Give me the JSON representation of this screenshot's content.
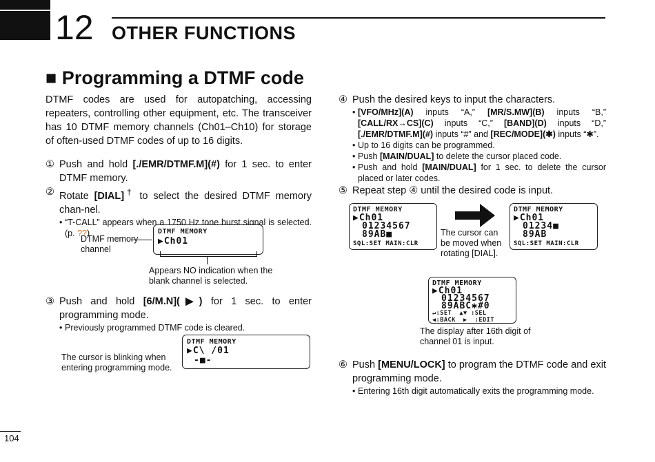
{
  "header": {
    "chapter_number": "12",
    "chapter_title": "OTHER FUNCTIONS"
  },
  "section": {
    "title": "■ Programming a DTMF code"
  },
  "intro": "DTMF codes are used for autopatching, accessing repeaters, controlling other equipment, etc. The transceiver has 10 DTMF memory channels (Ch01–Ch10) for storage of often-used DTMF codes of up to 16 digits.",
  "steps": {
    "s1": {
      "num": "①",
      "pre": "Push and hold ",
      "key": "[./EMR/DTMF.M](#)",
      "post": " for 1 sec. to enter DTMF memory."
    },
    "s2": {
      "num": "②",
      "pre": "Rotate ",
      "key": "[DIAL]",
      "sup": "†",
      "post": " to select the desired DTMF memory chan-nel."
    },
    "s2_bullet": {
      "dot": "•",
      "text": "“T-CALL” appears when a 1750 Hz tone burst signal is selected. (p. ",
      "ref": "??",
      "end": ")"
    },
    "s3": {
      "num": "③",
      "pre": "Push and hold ",
      "key": "[6/M.N](▶)",
      "post": " for 1 sec. to enter programming mode."
    },
    "s3_bullet": {
      "dot": "•",
      "text": "Previously programmed DTMF code is cleared."
    },
    "s4": {
      "num": "④",
      "text": "Push the desired keys to input the characters."
    },
    "s4_b1": {
      "dot": "•",
      "k1": "[VFO/MHz](A)",
      "t1": " inputs “A,” ",
      "k2": "[MR/S.MW](B)",
      "t2": " inputs “B,” ",
      "k3": "[CALL/RX→CS](C)",
      "t3": " inputs “C,” ",
      "k4": "[BAND](D)",
      "t4": " inputs “D,” ",
      "k5": "[./EMR/DTMF.M](#)",
      "t5": " inputs “#” and ",
      "k6": "[REC/MODE](✱)",
      "t6": " inputs “✱”."
    },
    "s4_b2": {
      "dot": "•",
      "text": "Up to 16 digits can be programmed."
    },
    "s4_b3": {
      "dot": "•",
      "pre": "Push ",
      "key": "[MAIN/DUAL]",
      "post": " to delete the cursor placed code."
    },
    "s4_b4": {
      "dot": "•",
      "pre": "Push and hold ",
      "key": "[MAIN/DUAL]",
      "post": " for 1 sec. to delete the cursor placed or later codes."
    },
    "s5": {
      "num": "⑤",
      "text": "Repeat step ④ until the desired code is input."
    },
    "s6": {
      "num": "⑥",
      "pre": "Push ",
      "key": "[MENU/LOCK]",
      "post": " to program the DTMF code and exit programming mode."
    },
    "s6_bullet": {
      "dot": "•",
      "text": "Entering 16th digit automatically exits the programming mode."
    }
  },
  "lcd1": {
    "line1": "DTMF MEMORY",
    "line2": "▶Ch01"
  },
  "lcd1_labels": {
    "channel": "DTMF memory channel",
    "note": "Appears NO indication when the blank channel is selected."
  },
  "lcd2": {
    "line1": "DTMF MEMORY",
    "line2": "▶C\\ /01",
    "line3": "-■-",
    "caption": "The cursor is blinking when entering programming mode."
  },
  "lcd3": {
    "line1": "DTMF MEMORY",
    "line2": "▶Ch01",
    "line3": "01234567",
    "line4": "89AB■",
    "line5": "SQL:SET MAIN:CLR"
  },
  "lcd4": {
    "line1": "DTMF MEMORY",
    "line2": "▶Ch01",
    "line3": "01234■",
    "line4": "89AB",
    "line5": "SQL:SET MAIN:CLR"
  },
  "lcd_move_caption": "The cursor can be moved when rotating [DIAL].",
  "lcd5": {
    "line1": "DTMF MEMORY",
    "line2": "▶Ch01",
    "line3": "01234567",
    "line4": "89ABC✱#0",
    "line5": "↵:SET  ▲▼ :SEL",
    "line6": "◀:BACK  ▶  :EDIT",
    "caption": "The display after 16th digit of channel 01 is input."
  },
  "footer": {
    "page": "104"
  }
}
